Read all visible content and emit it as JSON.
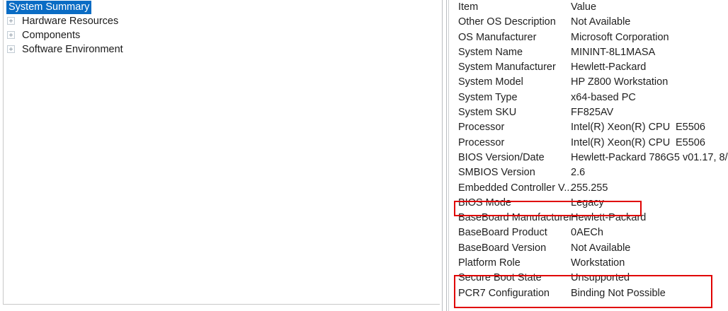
{
  "tree": {
    "selected_item": "System Summary",
    "items": [
      {
        "label": "System Summary",
        "expandable": false,
        "selected": true
      },
      {
        "label": "Hardware Resources",
        "expandable": true,
        "selected": false
      },
      {
        "label": "Components",
        "expandable": true,
        "selected": false
      },
      {
        "label": "Software Environment",
        "expandable": true,
        "selected": false
      }
    ]
  },
  "details": {
    "columns": {
      "item": "Item",
      "value": "Value"
    },
    "rows": [
      {
        "item": "Other OS Description",
        "value": "Not Available",
        "value_ext": ""
      },
      {
        "item": "OS Manufacturer",
        "value": "Microsoft Corporation",
        "value_ext": ""
      },
      {
        "item": "System Name",
        "value": "MININT-8L1MASA",
        "value_ext": ""
      },
      {
        "item": "System Manufacturer",
        "value": "Hewlett-Packard",
        "value_ext": ""
      },
      {
        "item": "System Model",
        "value": "HP Z800 Workstation",
        "value_ext": ""
      },
      {
        "item": "System Type",
        "value": "x64-based PC",
        "value_ext": ""
      },
      {
        "item": "System SKU",
        "value": "FF825AV",
        "value_ext": ""
      },
      {
        "item": "Processor",
        "value": "Intel(R) Xeon(R) CPU",
        "value_ext": "E5506"
      },
      {
        "item": "Processor",
        "value": "Intel(R) Xeon(R) CPU",
        "value_ext": "E5506"
      },
      {
        "item": "BIOS Version/Date",
        "value": "Hewlett-Packard 786G5 v01.17, 8/",
        "value_ext": ""
      },
      {
        "item": "SMBIOS Version",
        "value": "2.6",
        "value_ext": ""
      },
      {
        "item": "Embedded Controller V...",
        "value": "255.255",
        "value_ext": ""
      },
      {
        "item": "BIOS Mode",
        "value": "Legacy",
        "value_ext": ""
      },
      {
        "item": "BaseBoard Manufacturer",
        "value": "Hewlett-Packard",
        "value_ext": ""
      },
      {
        "item": "BaseBoard Product",
        "value": "0AECh",
        "value_ext": ""
      },
      {
        "item": "BaseBoard Version",
        "value": "Not Available",
        "value_ext": ""
      },
      {
        "item": "Platform Role",
        "value": "Workstation",
        "value_ext": ""
      },
      {
        "item": "Secure Boot State",
        "value": "Unsupported",
        "value_ext": ""
      },
      {
        "item": "PCR7 Configuration",
        "value": "Binding Not Possible",
        "value_ext": ""
      }
    ]
  },
  "annotations": {
    "color": "#e00000",
    "boxes": [
      {
        "name": "bios-mode-highlight",
        "targets": [
          "BIOS Mode"
        ]
      },
      {
        "name": "secure-boot-highlight",
        "targets": [
          "Secure Boot State",
          "PCR7 Configuration"
        ]
      }
    ]
  },
  "colors": {
    "selection": "#0a6cc4",
    "selection_text": "#ffffff",
    "text": "#1f1f1f",
    "border": "#c8c8c8",
    "annotation": "#e00000"
  }
}
